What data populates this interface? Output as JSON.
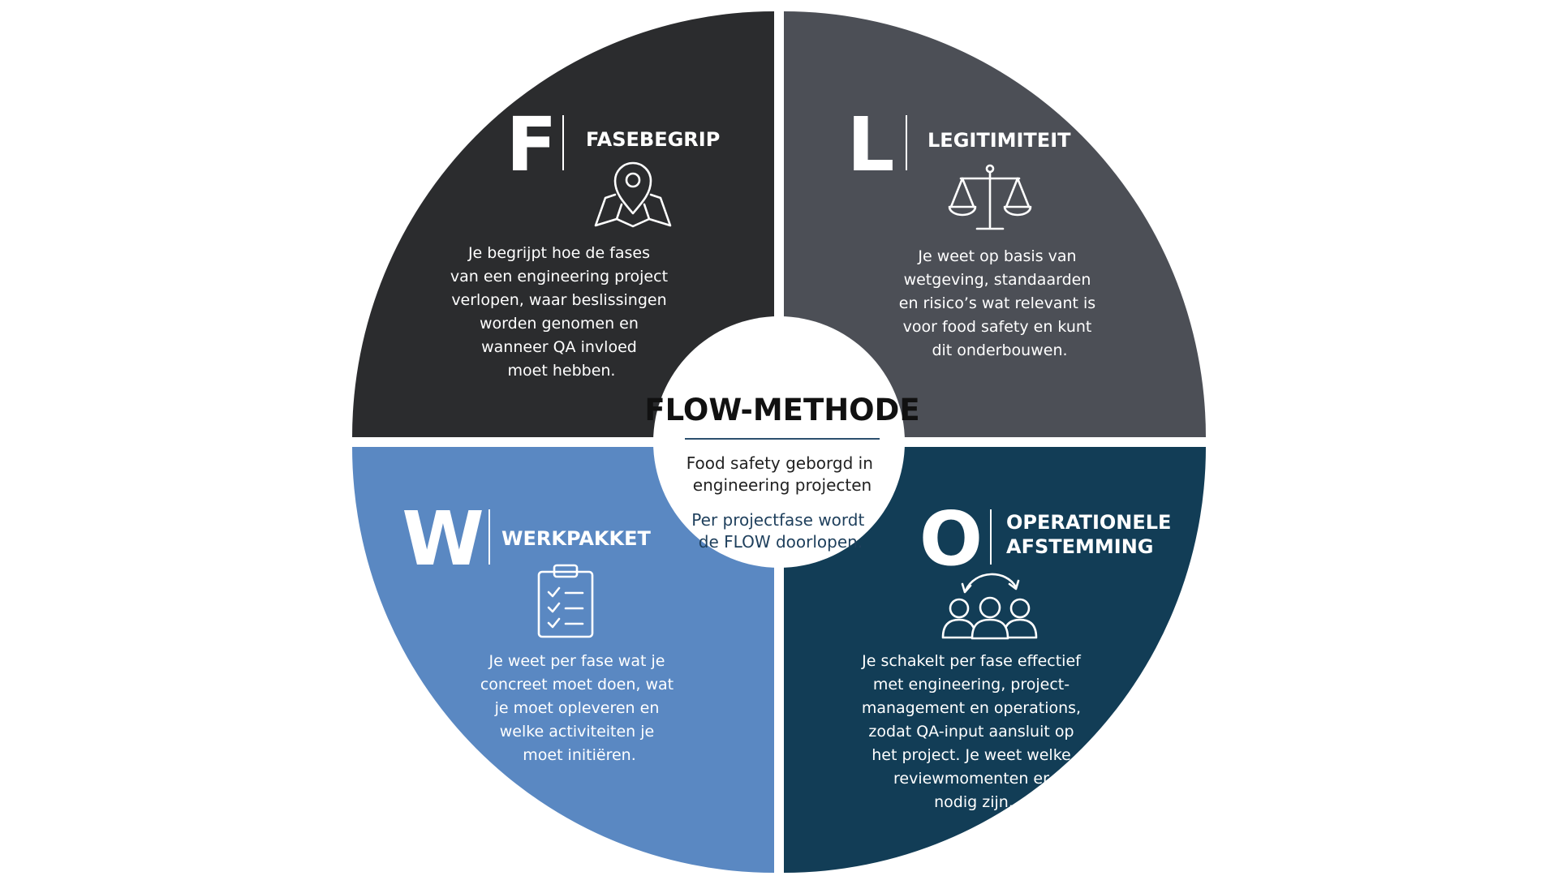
{
  "center": {
    "title": "FLOW-METHODE",
    "subtitle_lines": [
      "Food safety geborgd in",
      "engineering projecten"
    ],
    "note_lines": [
      "Per projectfase wordt",
      "de FLOW doorlopen."
    ]
  },
  "quadrants": [
    {
      "key": "f",
      "letter": "F",
      "title_lines": [
        "FASEBEGRIP"
      ],
      "icon": "map-pin-icon",
      "text_lines": [
        "Je begrijpt hoe de fases",
        "van een engineering project",
        "verlopen, waar beslissingen",
        "worden genomen en",
        "wanneer QA invloed",
        "moet hebben."
      ]
    },
    {
      "key": "l",
      "letter": "L",
      "title_lines": [
        "LEGITIMITEIT"
      ],
      "icon": "scales-icon",
      "text_lines": [
        "Je weet op basis van",
        "wetgeving, standaarden",
        "en risico’s wat relevant is",
        "voor food safety en kunt",
        "dit onderbouwen."
      ]
    },
    {
      "key": "w",
      "letter": "W",
      "title_lines": [
        "WERKPAKKET"
      ],
      "icon": "clipboard-checklist-icon",
      "text_lines": [
        "Je weet per fase wat je",
        "concreet moet doen, wat",
        "je moet opleveren en",
        "welke activiteiten je",
        "moet initiëren."
      ]
    },
    {
      "key": "o",
      "letter": "O",
      "title_lines": [
        "OPERATIONELE",
        "AFSTEMMING"
      ],
      "icon": "team-cycle-icon",
      "text_lines": [
        "Je schakelt per fase effectief",
        "met engineering, project-",
        "management en operations,",
        "zodat QA-input aansluit op",
        "het project. Je weet welke",
        "reviewmomenten er",
        "nodig zijn."
      ]
    }
  ],
  "colors": {
    "f": "#2b2c2e",
    "l": "#4c4f56",
    "w": "#5a88c2",
    "o": "#123d56",
    "divider": "#2c4f6e",
    "center_title": "#111111",
    "center_note": "#1e3f5c"
  }
}
